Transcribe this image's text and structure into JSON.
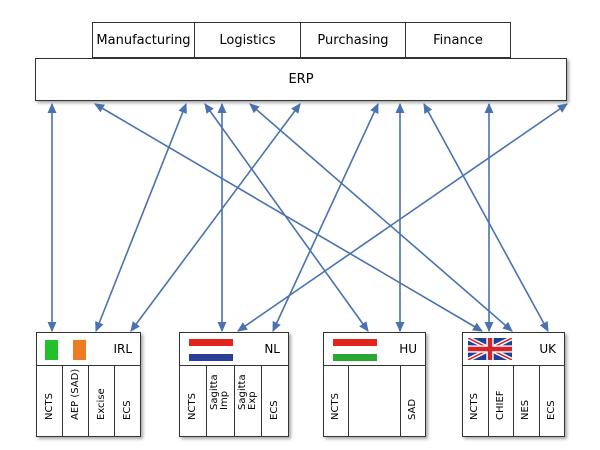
{
  "departments": [
    "Manufacturing",
    "Logistics",
    "Purchasing",
    "Finance"
  ],
  "erp_label": "ERP",
  "countries": [
    {
      "code": "IRL",
      "systems": [
        "NCTS",
        "AEP (SAD)",
        "Excise",
        "ECS"
      ]
    },
    {
      "code": "NL",
      "systems": [
        "NCTS",
        "Sagitta\nImp",
        "Sagitta\nExp",
        "ECS"
      ]
    },
    {
      "code": "HU",
      "systems": [
        "NCTS",
        "",
        "",
        "SAD"
      ]
    },
    {
      "code": "UK",
      "systems": [
        "NCTS",
        "CHIEF",
        "NES",
        "ECS"
      ]
    }
  ],
  "colors": {
    "arrow": "#4a72b0",
    "irl_green": "#22c02a",
    "irl_orange": "#f07a22",
    "nl_red": "#e3241b",
    "nl_blue": "#2a3f9a",
    "hu_red": "#e3241b",
    "hu_green": "#2aa632",
    "uk_blue": "#1f3f99",
    "uk_red": "#d9232a"
  }
}
